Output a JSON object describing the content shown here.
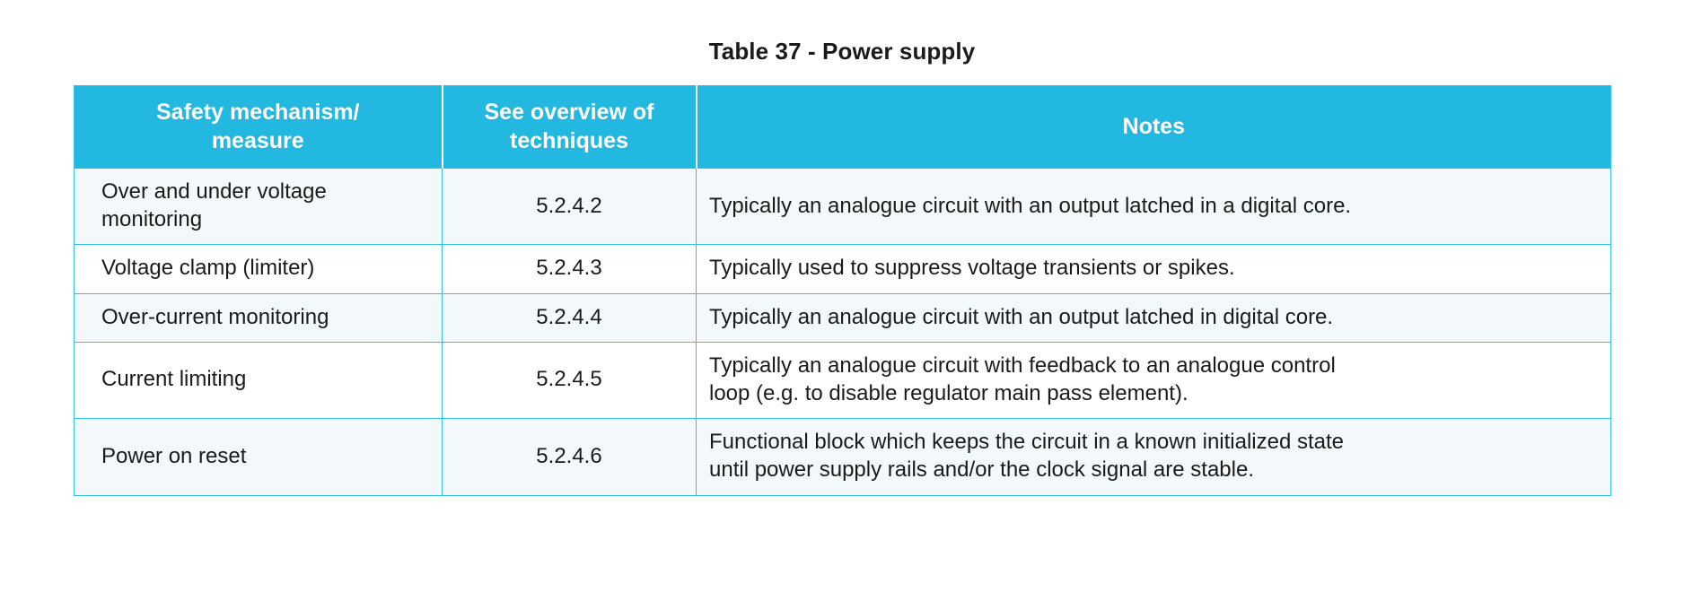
{
  "document": {
    "title": "Table 37 - Power supply"
  },
  "table": {
    "headers": [
      "Safety mechanism/ measure",
      "See overview of techniques",
      "Notes"
    ],
    "header_lines": {
      "col1_line1": "Safety mechanism/",
      "col1_line2": "measure",
      "col2_line1": "See overview of",
      "col2_line2": "techniques",
      "col3_line1": "Notes"
    },
    "colors": {
      "header_background": "#22b8e0",
      "header_text": "#ffffff",
      "border": "#35bfe4",
      "row_shade": "#f3f8fb",
      "row_plain": "#ffffff",
      "body_text": "#1a1a1a"
    },
    "rows": [
      {
        "measure_line1": "Over and under voltage",
        "measure_line2": "monitoring",
        "reference": "5.2.4.2",
        "notes_line1": "Typically an analogue circuit with an output latched in a digital core.",
        "notes_line2": ""
      },
      {
        "measure_line1": "Voltage clamp (limiter)",
        "measure_line2": "",
        "reference": "5.2.4.3",
        "notes_line1": "Typically used to suppress voltage transients or spikes.",
        "notes_line2": ""
      },
      {
        "measure_line1": "Over-current monitoring",
        "measure_line2": "",
        "reference": "5.2.4.4",
        "notes_line1": "Typically an analogue circuit with an output latched in digital core.",
        "notes_line2": ""
      },
      {
        "measure_line1": "Current limiting",
        "measure_line2": "",
        "reference": "5.2.4.5",
        "notes_line1": "Typically an analogue circuit with feedback to an analogue control",
        "notes_line2": "loop (e.g. to disable regulator main pass element)."
      },
      {
        "measure_line1": "Power on reset",
        "measure_line2": "",
        "reference": "5.2.4.6",
        "notes_line1": "Functional block which keeps the circuit in a known initialized state",
        "notes_line2": "until power supply rails and/or the clock signal are stable."
      }
    ]
  }
}
